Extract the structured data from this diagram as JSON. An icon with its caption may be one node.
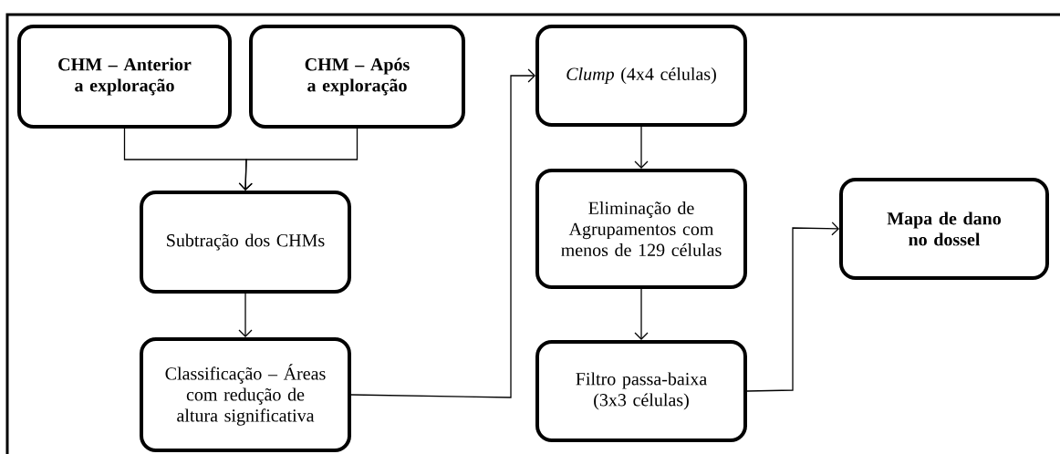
{
  "diagram": {
    "nodes": [
      {
        "text": [
          "CHM – Anterior a exploração"
        ]
      },
      {
        "text": [
          "CHM – Após a exploração"
        ]
      },
      {
        "text": [
          "Subtração dos CHMs"
        ]
      },
      {
        "text": [
          "Classificação – Áreas com redução de altura significativa"
        ]
      },
      {
        "text": [
          "*Clump* (4x4 células)"
        ]
      },
      {
        "text": [
          "Eliminação de Agrupamentos com menos de 129 células"
        ]
      },
      {
        "text": [
          "Filtro passa-baixa (3x3 células)"
        ]
      },
      {
        "text": [
          "Mapa de dano no dossel"
        ]
      }
    ],
    "edges": [
      {
        "from": 0,
        "to": 2,
        "arrow": "to"
      },
      {
        "from": 1,
        "to": 2,
        "arrow": "to"
      },
      {
        "from": 2,
        "to": 3,
        "arrow": "to"
      },
      {
        "from": 3,
        "to": 4,
        "arrow": "to"
      },
      {
        "from": 4,
        "to": 5,
        "arrow": "to"
      },
      {
        "from": 5,
        "to": 6,
        "arrow": "to"
      },
      {
        "from": 6,
        "to": 7,
        "arrow": "to"
      }
    ]
  }
}
